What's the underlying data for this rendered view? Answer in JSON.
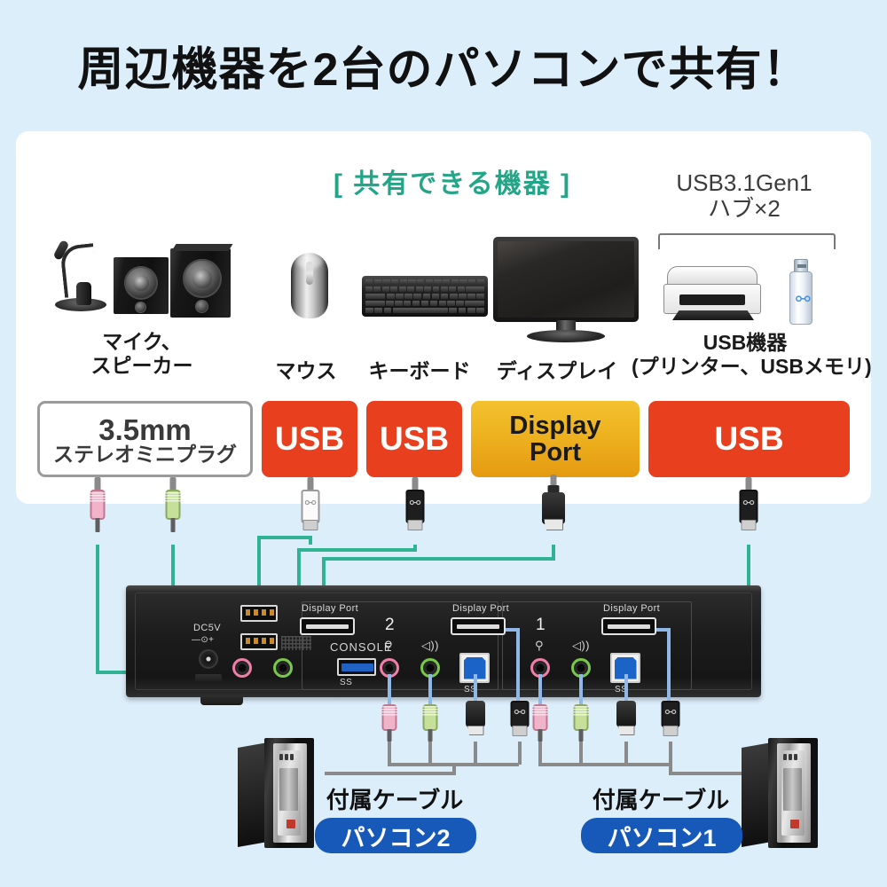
{
  "title": "周辺機器を2台のパソコンで共有！",
  "panel": {
    "section_heading": "[ 共有できる機器 ]",
    "usb_hub": {
      "line1": "USB3.1Gen1",
      "line2": "ハブ×2"
    }
  },
  "devices": [
    {
      "name": "mic-speaker",
      "label_line1": "マイク、",
      "label_line2": "スピーカー"
    },
    {
      "name": "mouse",
      "label_line1": "マウス",
      "label_line2": ""
    },
    {
      "name": "keyboard",
      "label_line1": "キーボード",
      "label_line2": ""
    },
    {
      "name": "display",
      "label_line1": "ディスプレイ",
      "label_line2": ""
    },
    {
      "name": "usb-device",
      "label_line1": "USB機器",
      "label_line2": "(プリンター、USBメモリ)"
    }
  ],
  "badges": [
    {
      "name": "jack",
      "line1": "3.5mm",
      "line2": "ステレオミニプラグ",
      "type": "jack"
    },
    {
      "name": "usb-mouse",
      "line1": "USB",
      "line2": "",
      "type": "usb"
    },
    {
      "name": "usb-keyboard",
      "line1": "USB",
      "line2": "",
      "type": "usb"
    },
    {
      "name": "displayport",
      "line1": "Display",
      "line2": "Port",
      "type": "dp"
    },
    {
      "name": "usb-hub",
      "line1": "USB",
      "line2": "",
      "type": "usb"
    }
  ],
  "kvm": {
    "dc_label": "DC5V",
    "dc_polarity": "—⊙+",
    "console_label": "CONSOLE",
    "displayport_console": "Display Port",
    "displayport_2": "Display Port",
    "displayport_1": "Display Port",
    "port_group_2": "2",
    "port_group_1": "1",
    "ss_label_console": "SS",
    "ss_label_2": "SS",
    "ss_label_1": "SS"
  },
  "bottom": {
    "cable_label_left": "付属ケーブル",
    "cable_label_right": "付属ケーブル",
    "pc_left": "パソコン2",
    "pc_right": "パソコン1"
  },
  "colors": {
    "background": "#ddeefb",
    "panel": "#ffffff",
    "heading_green": "#25a587",
    "usb_badge": "#e8401f",
    "dp_badge": "#eeb321",
    "pill_blue": "#1659b8",
    "teal_line": "#2fb392",
    "blue_line": "#8fb8e8",
    "gray_line": "#8a8a8a"
  }
}
